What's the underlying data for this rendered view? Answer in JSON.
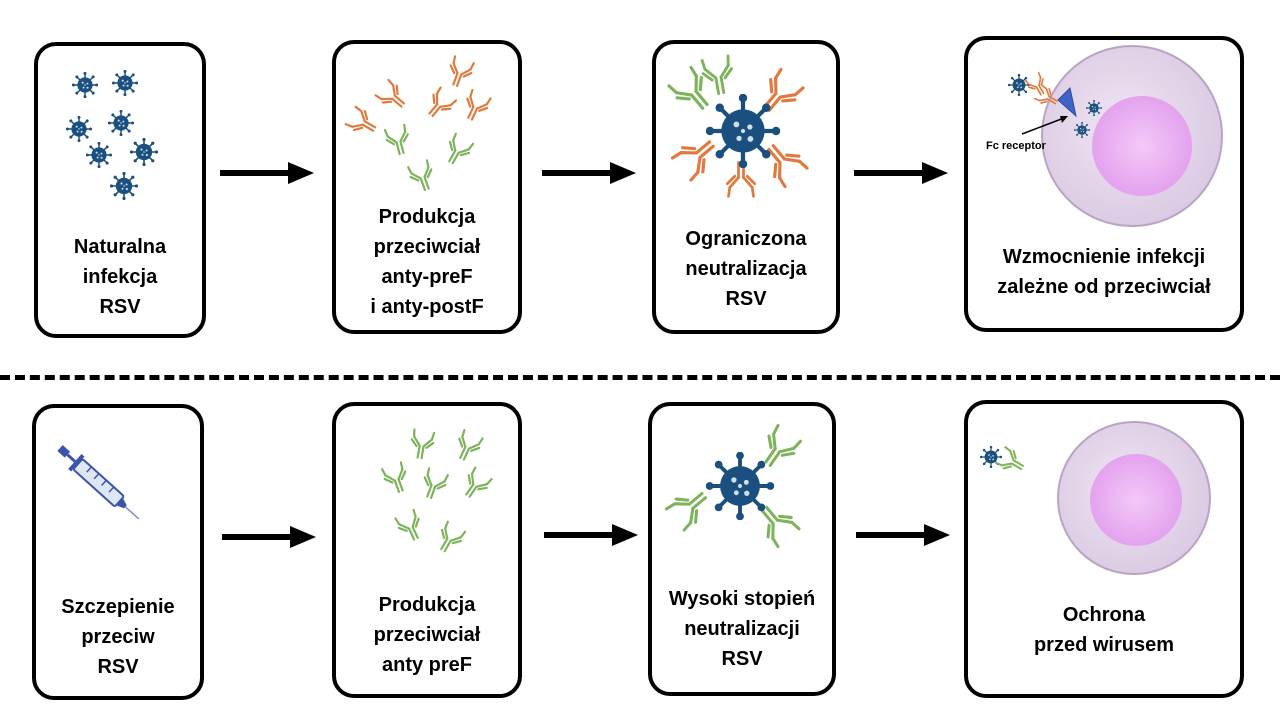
{
  "colors": {
    "virus": "#1a4f7f",
    "antibody_orange": "#e07a3e",
    "antibody_green": "#7db35a",
    "cell_outer": "#e6d8ec",
    "cell_inner": "#e6a0f0",
    "receptor": "#3f63c8"
  },
  "top_row": [
    {
      "lines": [
        "Naturalna",
        "infekcja",
        "RSV"
      ],
      "icon": "virus-cluster-icon"
    },
    {
      "lines": [
        "Produkcja",
        "przeciwciał",
        "anty-preF",
        "i anty-postF"
      ],
      "icon": "mixed-antibodies-icon"
    },
    {
      "lines": [
        "Ograniczona",
        "neutralizacja",
        "RSV"
      ],
      "icon": "virus-bound-by-mixed-antibodies-icon"
    },
    {
      "lines": [
        "Wzmocnienie infekcji",
        "zależne od przeciwciał"
      ],
      "icon": "cell-fc-receptor-icon",
      "fc_label": "Fc receptor"
    }
  ],
  "bottom_row": [
    {
      "lines": [
        "Szczepienie",
        "przeciw",
        "RSV"
      ],
      "icon": "syringe-icon"
    },
    {
      "lines": [
        "Produkcja",
        "przeciwciał",
        "anty preF"
      ],
      "icon": "green-antibodies-icon"
    },
    {
      "lines": [
        "Wysoki stopień",
        "neutralizacji",
        "RSV"
      ],
      "icon": "virus-bound-by-green-antibodies-icon"
    },
    {
      "lines": [
        "Ochrona",
        "przed wirusem"
      ],
      "icon": "cell-protected-icon"
    }
  ]
}
